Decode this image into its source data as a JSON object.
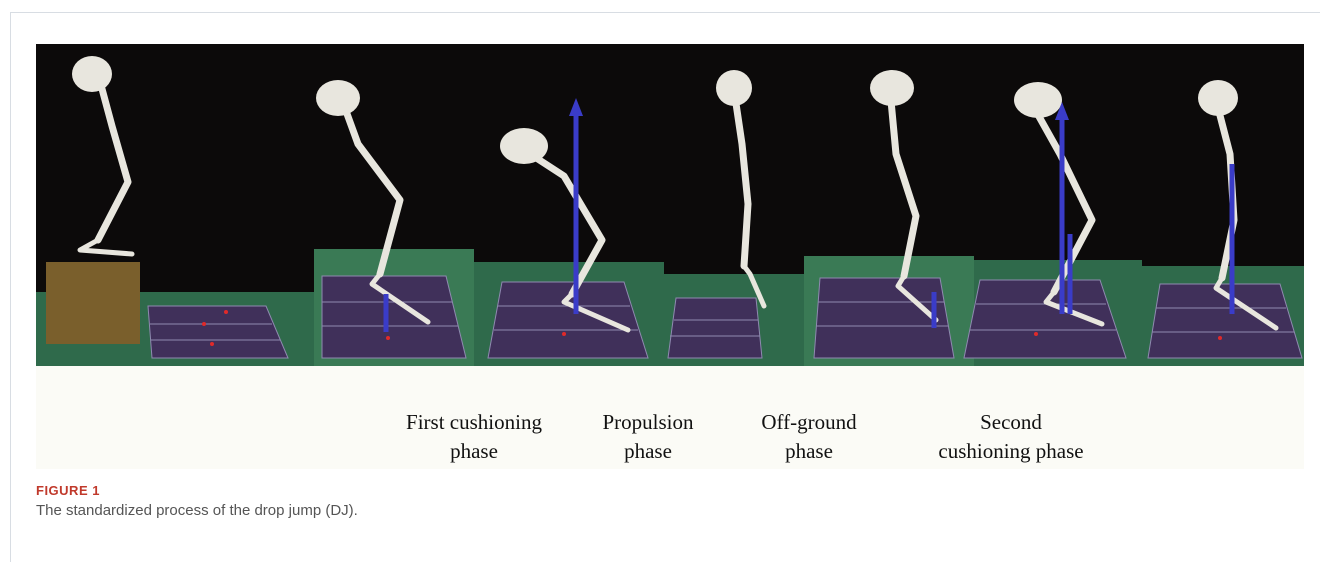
{
  "figure": {
    "label": "FIGURE 1",
    "caption": "The standardized process of the drop jump (DJ).",
    "phases": [
      {
        "label": "First cushioning\nphase"
      },
      {
        "label": "Propulsion\nphase"
      },
      {
        "label": "Off-ground\nphase"
      },
      {
        "label": "Second\ncushioning phase"
      }
    ]
  },
  "colors": {
    "background": "#0c0a0a",
    "floor": "#2f6a4b",
    "plate": "#40305a",
    "box": "#7a5f2c",
    "bone": "#e8e6de",
    "force_vector": "#3a3cc8"
  }
}
